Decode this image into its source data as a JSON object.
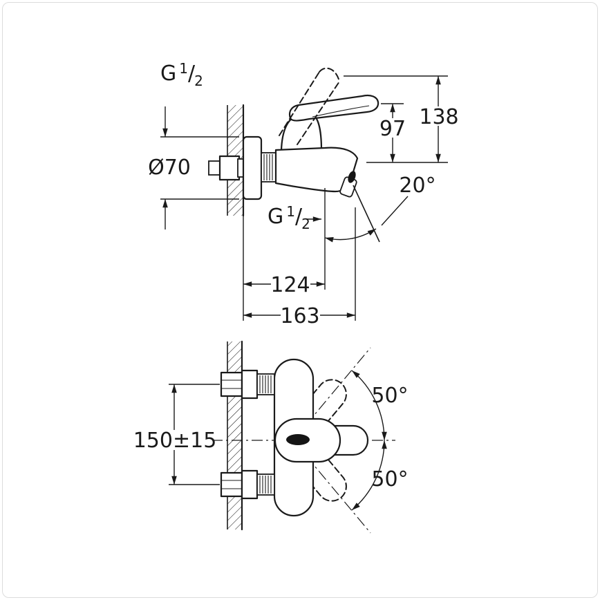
{
  "page": {
    "background": "#ffffff",
    "frame_color": "#dcdcdc",
    "line_color": "#1a1a1a"
  },
  "drawing": {
    "kind": "technical-dimension-drawing",
    "subject": "Wall-mounted single-lever bath mixer, side and front installation views",
    "units": "mm",
    "side_view": {
      "wall_thread_label": {
        "prefix": "G",
        "numerator": "1",
        "slash": "/",
        "denominator": "2"
      },
      "flange_diameter": "Ø70",
      "height_to_lever": "97",
      "height_lever_raised": "138",
      "spout_angle": "20°",
      "outlet_thread_label": {
        "prefix": "G",
        "numerator": "1",
        "slash": "/",
        "denominator": "2"
      },
      "projection_to_outlet": "124",
      "projection_total": "163"
    },
    "front_view": {
      "connection_distance": "150±15",
      "swivel_angle_up": "50°",
      "swivel_angle_down": "50°"
    }
  }
}
